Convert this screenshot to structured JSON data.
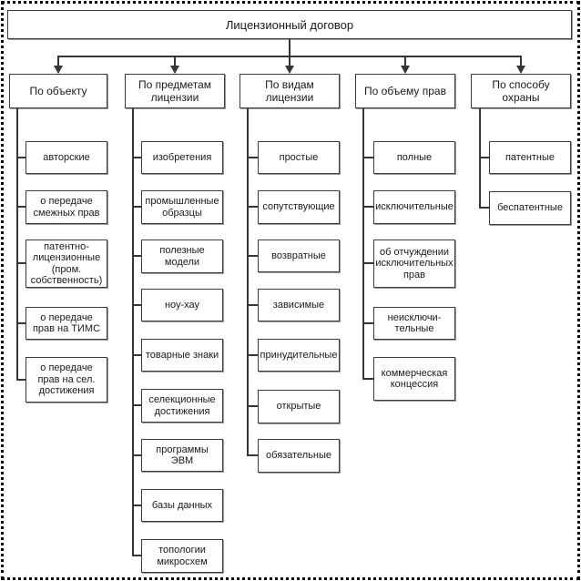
{
  "title": "Лицензионный договор",
  "columns": [
    {
      "header": "По объекту",
      "items": [
        "авторские",
        "о передаче смежных прав",
        "патентно-лицензионные (пром. собственность)",
        "о передаче прав на ТИМС",
        "о передаче прав на сел. достижения"
      ]
    },
    {
      "header": "По предметам лицензии",
      "items": [
        "изобретения",
        "промышленные образцы",
        "полезные модели",
        "ноу-хау",
        "товарные знаки",
        "селекционные достижения",
        "программы ЭВМ",
        "базы данных",
        "топологии микросхем"
      ]
    },
    {
      "header": "По видам лицензии",
      "items": [
        "простые",
        "сопутствующие",
        "возвратные",
        "зависимые",
        "принудительные",
        "открытые",
        "обязательные"
      ]
    },
    {
      "header": "По объему прав",
      "items": [
        "полные",
        "исключительные",
        "об отчуждении исключительных прав",
        "неисключи-тельные",
        "коммерческая концессия"
      ]
    },
    {
      "header": "По способу охраны",
      "items": [
        "патентные",
        "беспатентные"
      ]
    }
  ],
  "colors": {
    "background": "#ffffff",
    "box_border": "#3c3c3c",
    "line": "#363636",
    "text": "#1a1a1a",
    "frame": "#000000"
  }
}
